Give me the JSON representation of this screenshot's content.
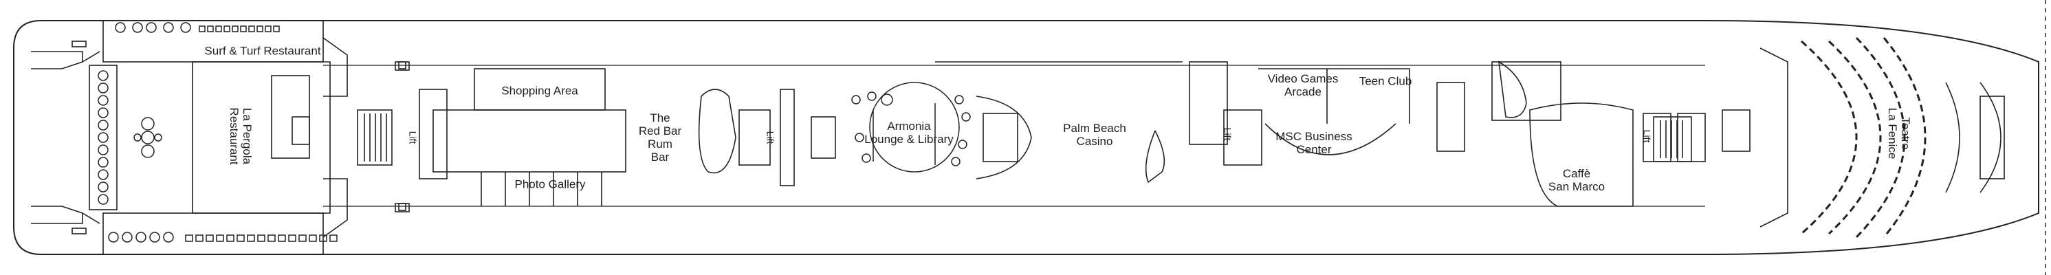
{
  "deck": {
    "venues": {
      "surf_turf": "Surf & Turf Restaurant",
      "la_pergola": "La Pergola\nRestaurant",
      "shopping": "Shopping Area",
      "photo_gallery": "Photo Gallery",
      "red_bar": "The\nRed Bar\nRum\nBar",
      "armonia": "Armonia\nLounge & Library",
      "casino": "Palm Beach\nCasino",
      "video_games": "Video Games\nArcade",
      "teen_club": "Teen Club",
      "business": "MSC Business\nCenter",
      "caffe": "Caffè\nSan Marco",
      "teatro": "Teatro\nLa Fenice"
    },
    "lift_label": "Lift"
  },
  "colors": {
    "line": "#222222",
    "background": "#ffffff"
  }
}
